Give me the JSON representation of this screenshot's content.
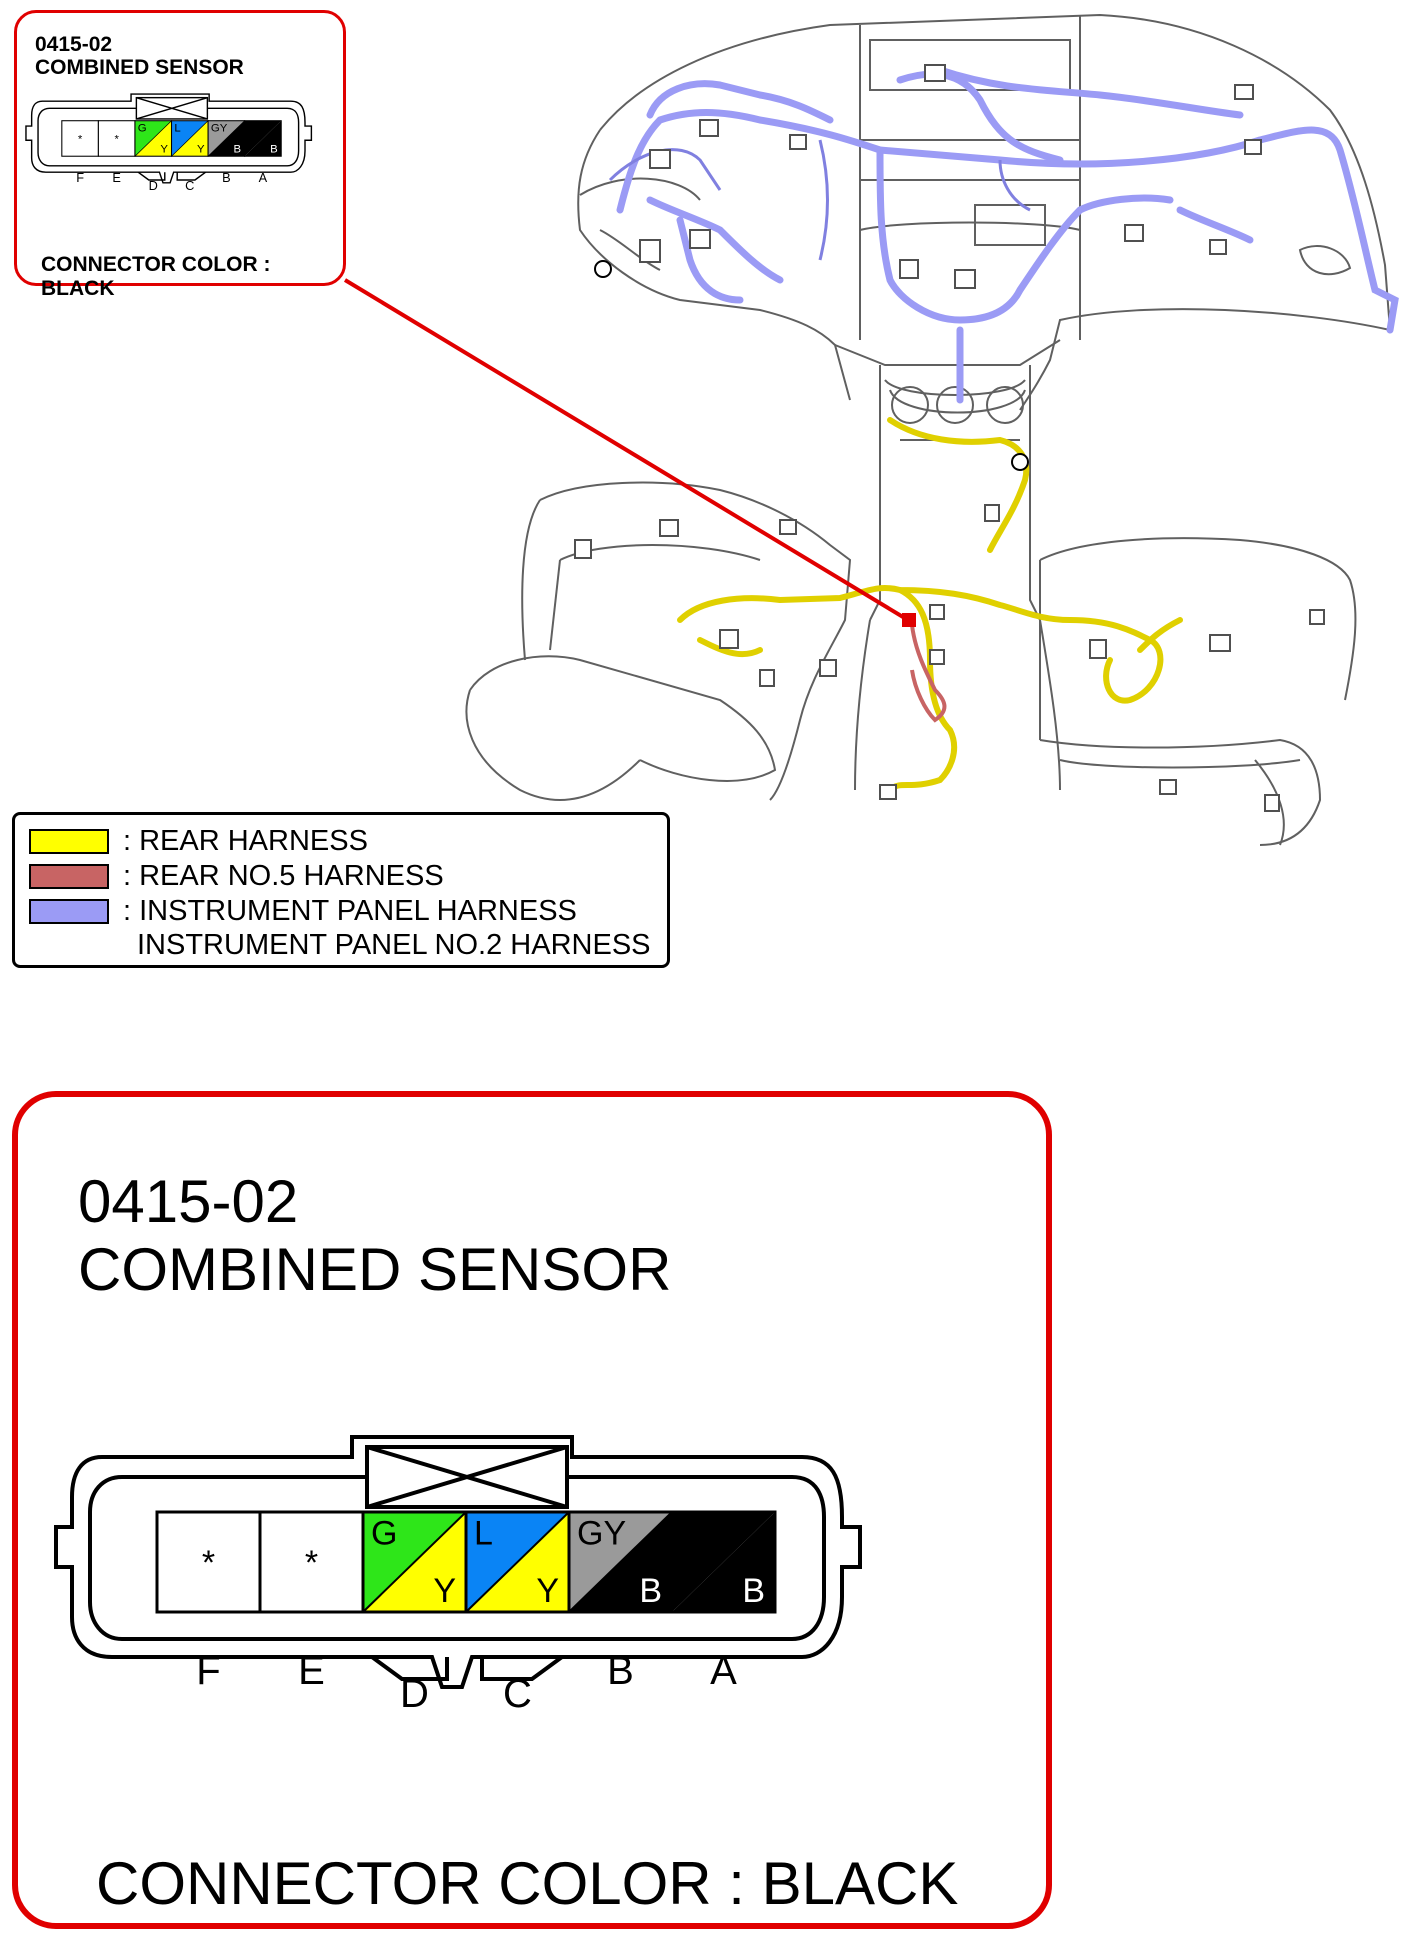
{
  "connector": {
    "code": "0415-02",
    "name": "COMBINED SENSOR",
    "color_label": "CONNECTOR COLOR : BLACK",
    "pins": [
      {
        "letter": "F",
        "wire": "*",
        "top": "",
        "bottom": "",
        "color1": "#ffffff",
        "color2": "#ffffff",
        "text1": "#000000",
        "text2": "#000000"
      },
      {
        "letter": "E",
        "wire": "*",
        "top": "",
        "bottom": "",
        "color1": "#ffffff",
        "color2": "#ffffff",
        "text1": "#000000",
        "text2": "#000000"
      },
      {
        "letter": "D",
        "wire": "",
        "top": "G",
        "bottom": "Y",
        "color1": "#2ee619",
        "color2": "#ffff00",
        "text1": "#000000",
        "text2": "#000000"
      },
      {
        "letter": "C",
        "wire": "",
        "top": "L",
        "bottom": "Y",
        "color1": "#0a84f5",
        "color2": "#ffff00",
        "text1": "#000000",
        "text2": "#000000"
      },
      {
        "letter": "B",
        "wire": "",
        "top": "GY",
        "bottom": "B",
        "color1": "#9a9a9a",
        "color2": "#000000",
        "text1": "#000000",
        "text2": "#ffffff"
      },
      {
        "letter": "A",
        "wire": "",
        "top": "",
        "bottom": "B",
        "color1": "#000000",
        "color2": "#000000",
        "text1": "#ffffff",
        "text2": "#ffffff"
      }
    ]
  },
  "legend": [
    {
      "label": ": REAR HARNESS",
      "color": "#ffff00"
    },
    {
      "label": ": REAR NO.5 HARNESS",
      "color": "#c86464"
    },
    {
      "label": ": INSTRUMENT PANEL HARNESS",
      "color": "#9b9bf5"
    },
    {
      "label": "INSTRUMENT PANEL NO.2 HARNESS",
      "color": ""
    }
  ],
  "colors": {
    "highlight": "#e00000",
    "rear": "#ffff00",
    "rear5": "#c86464",
    "instrument": "#9b9bf5"
  }
}
